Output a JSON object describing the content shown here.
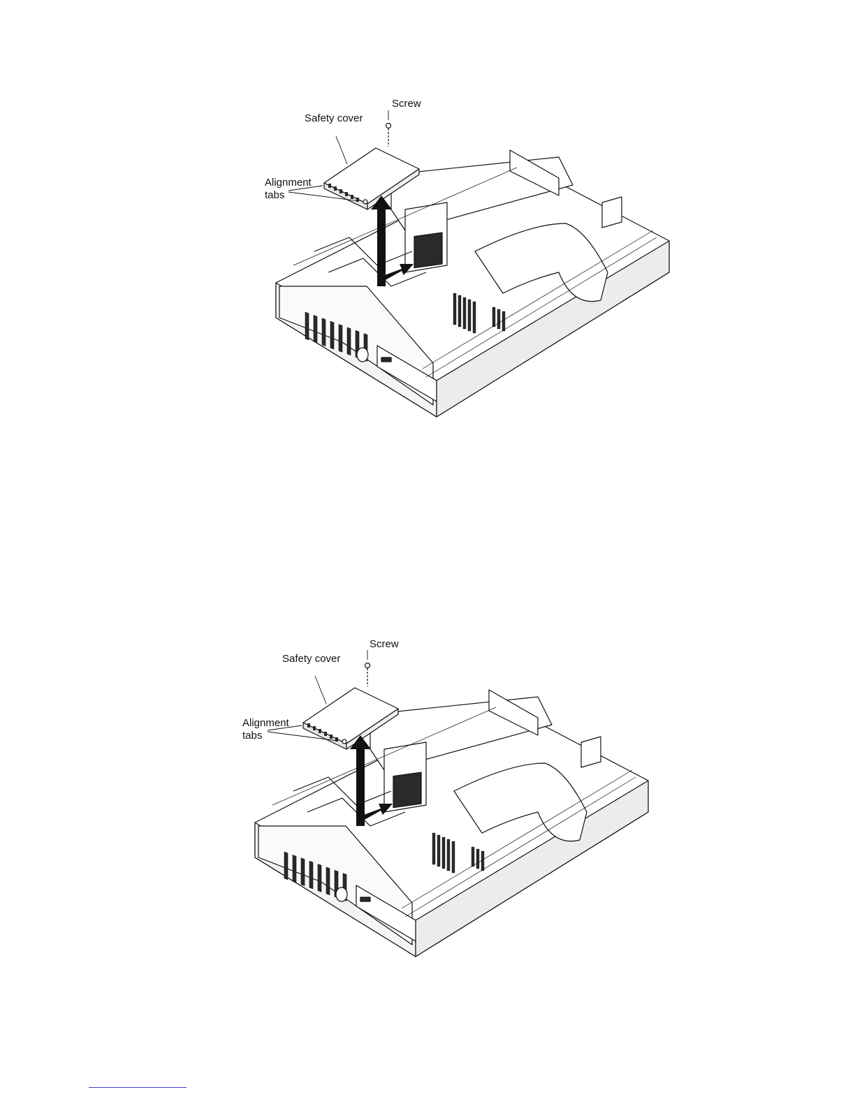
{
  "figures": [
    {
      "labels": {
        "screw": "Screw",
        "safety_cover": "Safety cover",
        "alignment_tabs_line1": "Alignment",
        "alignment_tabs_line2": "tabs"
      }
    },
    {
      "labels": {
        "screw": "Screw",
        "safety_cover": "Safety cover",
        "alignment_tabs_line1": "Alignment",
        "alignment_tabs_line2": "tabs"
      }
    }
  ],
  "colors": {
    "line": "#111111",
    "fill": "#ffffff",
    "shade": "#c9c9c9",
    "dark": "#2a2a2a",
    "footer_rule": "#3a3ad8"
  }
}
